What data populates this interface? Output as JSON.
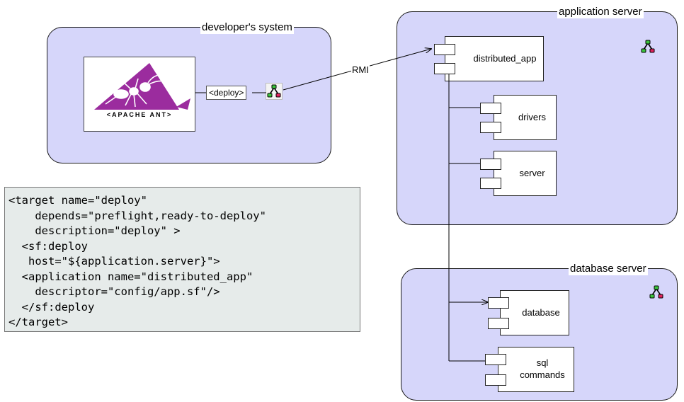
{
  "nodes": {
    "developer_system": "developer's system",
    "application_server": "application server",
    "database_server": "database server"
  },
  "components": {
    "distributed_app": "distributed_app",
    "drivers": "drivers",
    "server": "server",
    "database": "database",
    "sql_commands": "sql\ncommands"
  },
  "logo": {
    "caption": "<APACHE ANT>",
    "color": "#9b2c9e"
  },
  "connectors": {
    "deploy": "<deploy>",
    "rmi": "RMI"
  },
  "icons": {
    "node_icon": "network-hierarchy-icon"
  },
  "code": [
    "<target name=\"deploy\"",
    "    depends=\"preflight,ready-to-deploy\"",
    "    description=\"deploy\" >",
    "  <sf:deploy",
    "   host=\"${application.server}\">",
    "  <application name=\"distributed_app\"",
    "    descriptor=\"config/app.sf\"/>",
    "  </sf:deploy",
    "</target>"
  ],
  "colors": {
    "node_fill": "#d6d6fa",
    "code_bg": "#e6ebea",
    "icon_green": "#3cc43c",
    "icon_red": "#e0245e"
  }
}
